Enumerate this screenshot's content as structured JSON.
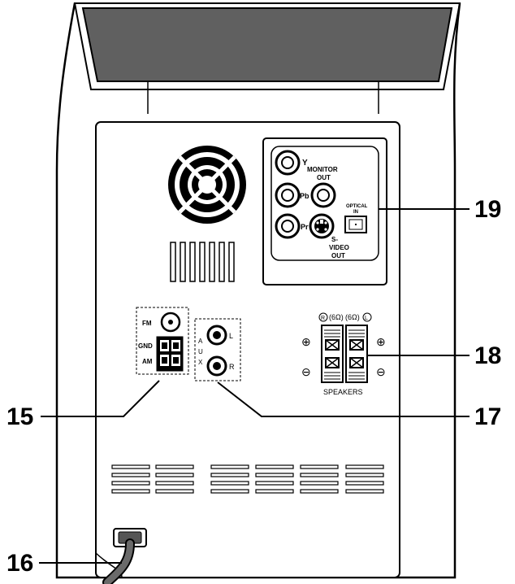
{
  "callouts": {
    "c15": "15",
    "c16": "16",
    "c17": "17",
    "c18": "18",
    "c19": "19"
  },
  "video_panel": {
    "y": "Y",
    "pb": "Pb",
    "pr": "Pr",
    "monitor_out_1": "MONITOR",
    "monitor_out_2": "OUT",
    "svideo_1": "S-",
    "svideo_2": "VIDEO",
    "svideo_3": "OUT",
    "optical_1": "OPTICAL",
    "optical_2": "IN"
  },
  "antenna": {
    "fm": "FM",
    "gnd": "GND",
    "am": "AM"
  },
  "aux": {
    "a": "A",
    "u": "U",
    "x": "X",
    "l": "L",
    "r": "R"
  },
  "speakers": {
    "r_mark": "R",
    "l_mark": "L",
    "imp_r": "(6Ω)",
    "imp_l": "(6Ω)",
    "plus": "⊕",
    "minus": "⊖",
    "label": "SPEAKERS"
  },
  "colors": {
    "top_panel": "#606060",
    "body_stroke": "#000000",
    "cord": "#6a6a6a"
  }
}
